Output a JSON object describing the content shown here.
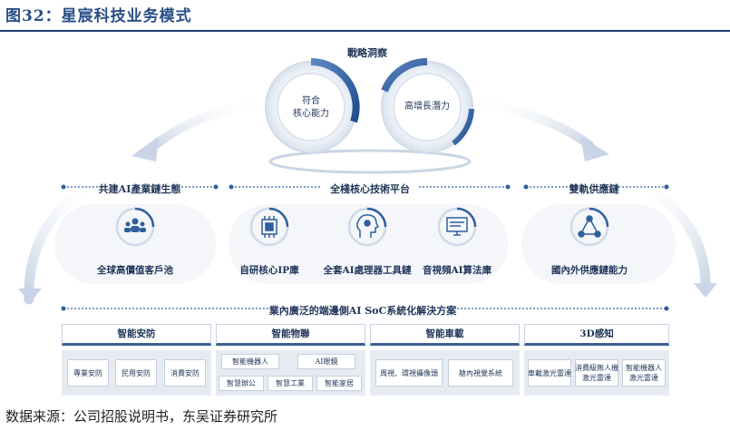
{
  "title": "图32：星宸科技业务模式",
  "source": "数据来源：公司招股说明书，东吴证券研究所",
  "strategy": {
    "label": "戰略洞察",
    "left_circle": [
      "符合",
      "核心能力"
    ],
    "right_circle": "高增長潛力"
  },
  "sections": {
    "left": "共建AI產業鏈生態",
    "center": "全棧核心技術平台",
    "right": "雙軌供應鏈"
  },
  "capabilities": [
    {
      "label": "全球高價值客戶池",
      "icon": "people-group-icon"
    },
    {
      "label": "自研核心IP庫",
      "icon": "chip-icon"
    },
    {
      "label": "全套AI處理器工具鏈",
      "icon": "ai-head-icon"
    },
    {
      "label": "音視頻AI算法庫",
      "icon": "video-screen-icon"
    },
    {
      "label": "國內外供應鏈能力",
      "icon": "supply-chain-icon"
    }
  ],
  "solutions_banner": "業內廣泛的端邊側AI SoC系統化解決方案",
  "categories": [
    {
      "header": "智能安防",
      "items": [
        "專業安防",
        "民用安防",
        "消費安防"
      ]
    },
    {
      "header": "智能物聯",
      "items": [
        "智能機器人",
        "AI眼鏡",
        "智慧辦公",
        "智慧工業",
        "智能家居"
      ]
    },
    {
      "header": "智能車載",
      "items": [
        "周視、環視攝像頭",
        "艙內視覺系統"
      ]
    },
    {
      "header": "3D感知",
      "items": [
        "車載激光雷達",
        [
          "消費級無人機",
          "激光雷達"
        ],
        [
          "智能機器人",
          "激光雷達"
        ]
      ]
    }
  ],
  "colors": {
    "accent": "#2f5f9c",
    "dark": "#1f3558",
    "light": "#e6ebf2"
  }
}
